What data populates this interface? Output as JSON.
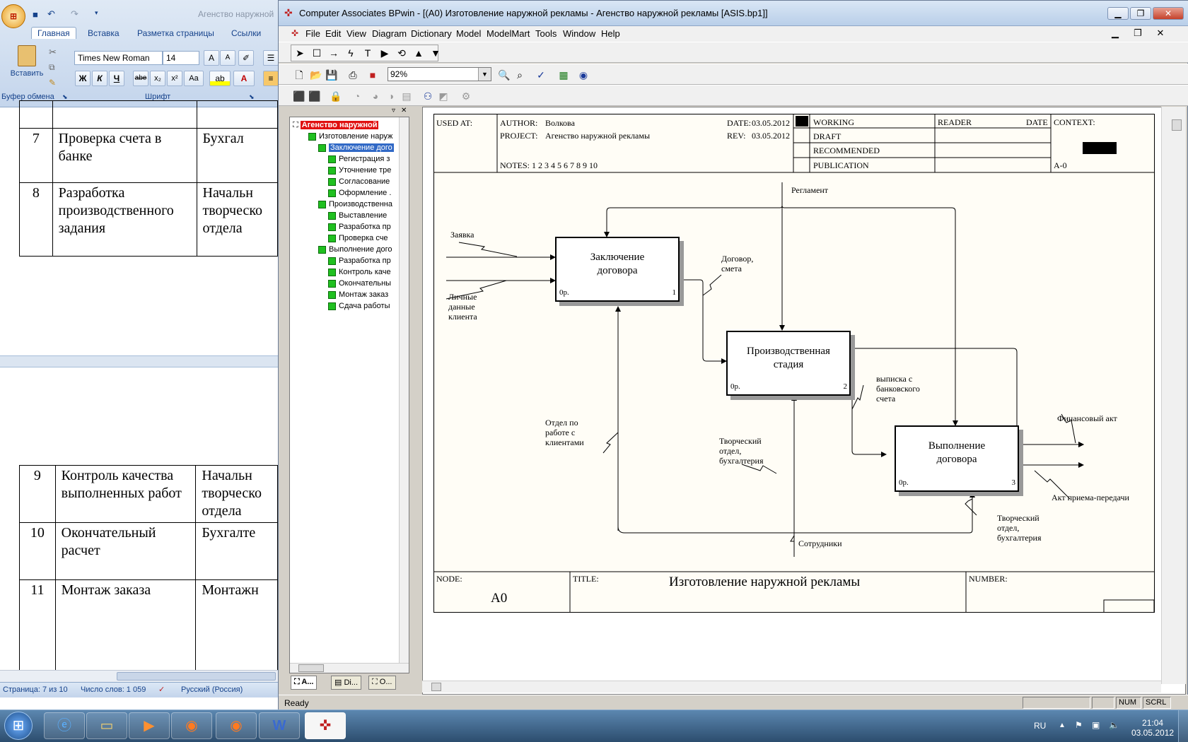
{
  "word": {
    "qat_title": "Агенство наружной",
    "tabs": [
      "Главная",
      "Вставка",
      "Разметка страницы",
      "Ссылки"
    ],
    "paste_label": "Вставить",
    "font_name": "Times New Roman",
    "font_size": "14",
    "groups": {
      "clipboard": "Буфер обмена",
      "font": "Шрифт"
    },
    "format_buttons": {
      "bold": "Ж",
      "italic": "К",
      "underline": "Ч",
      "strike": "abe",
      "sub": "x₂",
      "sup": "x²",
      "case": "Аа"
    },
    "table_rows": [
      {
        "num": "7",
        "name": "Проверка счета в банке",
        "resp": "Бухгал"
      },
      {
        "num": "8",
        "name": "Разработка производственного задания",
        "resp": "Начальн творческо отдела"
      },
      {
        "num": "9",
        "name": "Контроль качества выполненных работ",
        "resp": "Начальн творческо отдела"
      },
      {
        "num": "10",
        "name": "Окончательный расчет",
        "resp": "Бухгалте"
      },
      {
        "num": "11",
        "name": "Монтаж заказа",
        "resp": "Монтажн"
      }
    ],
    "status": {
      "page": "Страница: 7 из 10",
      "words": "Число слов: 1 059",
      "lang": "Русский (Россия)"
    }
  },
  "bpwin": {
    "title": "Computer Associates BPwin - [(A0) Изготовление  наружной рекламы - Агенство наружной рекламы  [ASIS.bp1]]",
    "menu": [
      "File",
      "Edit",
      "View",
      "Diagram",
      "Dictionary",
      "Model",
      "ModelMart",
      "Tools",
      "Window",
      "Help"
    ],
    "zoom": "92%",
    "status_text": "Ready",
    "status_indicators": [
      "NUM",
      "SCRL"
    ],
    "explorer_tabs": [
      "A...",
      "Di...",
      "O..."
    ],
    "tree": [
      {
        "label": "Агенство наружной",
        "level": 0,
        "style": "root"
      },
      {
        "label": "Изготовление  наруж",
        "level": 1,
        "style": "normal"
      },
      {
        "label": "Заключение  дого",
        "level": 2,
        "style": "selected"
      },
      {
        "label": "Регистрация  з",
        "level": 3,
        "style": "normal"
      },
      {
        "label": "Уточнение  тре",
        "level": 3,
        "style": "normal"
      },
      {
        "label": "Согласование",
        "level": 3,
        "style": "normal"
      },
      {
        "label": "Оформление  .",
        "level": 3,
        "style": "normal"
      },
      {
        "label": "Производственна",
        "level": 2,
        "style": "normal"
      },
      {
        "label": "Выставление",
        "level": 3,
        "style": "normal"
      },
      {
        "label": "Разработка  пр",
        "level": 3,
        "style": "normal"
      },
      {
        "label": "Проверка  сче",
        "level": 3,
        "style": "normal"
      },
      {
        "label": "Выполнение  дого",
        "level": 2,
        "style": "normal"
      },
      {
        "label": "Разработка  пр",
        "level": 3,
        "style": "normal"
      },
      {
        "label": "Контроль  каче",
        "level": 3,
        "style": "normal"
      },
      {
        "label": "Окончательны",
        "level": 3,
        "style": "normal"
      },
      {
        "label": "Монтаж  заказ",
        "level": 3,
        "style": "normal"
      },
      {
        "label": "Сдача  работы",
        "level": 3,
        "style": "normal"
      }
    ]
  },
  "diagram": {
    "header": {
      "used_at": "USED AT:",
      "author_label": "AUTHOR:",
      "author": "Волкова",
      "project_label": "PROJECT:",
      "project": "Агенство наружной рекламы",
      "date_label": "DATE:",
      "date": "03.05.2012",
      "rev_label": "REV:",
      "rev": "03.05.2012",
      "notes": "NOTES:  1  2  3  4  5  6  7  8  9  10",
      "statuses": [
        "WORKING",
        "DRAFT",
        "RECOMMENDED",
        "PUBLICATION"
      ],
      "reader": "READER",
      "reader_date": "DATE",
      "context": "CONTEXT:",
      "context_node": "A-0"
    },
    "boxes": [
      {
        "title": "Заключение договора",
        "cost": "0р.",
        "num": "1"
      },
      {
        "title": "Производственная стадия",
        "cost": "0р.",
        "num": "2"
      },
      {
        "title": "Выполнение договора",
        "cost": "0р.",
        "num": "3"
      }
    ],
    "arrows": {
      "reglament": "Регламент",
      "zayavka": "Заявка",
      "personal": "Личные данные клиента",
      "dogovor": "Договор, смета",
      "otdel": "Отдел по работе с клиентами",
      "tvorch1": "Творческий отдел, бухгалтерия",
      "vypiska": "выписка с банковского счета",
      "finakt": "Финансовый акт",
      "akt": "Акт приема-передачи",
      "tvorch2": "Творческий отдел, бухгалтерия",
      "sotrudniki": "Сотрудники"
    },
    "footer": {
      "node_label": "NODE:",
      "node": "A0",
      "title_label": "TITLE:",
      "title": "Изготовление  наружной рекламы",
      "number_label": "NUMBER:"
    }
  },
  "taskbar": {
    "lang": "RU",
    "time": "21:04",
    "date": "03.05.2012",
    "apps": [
      "start-orb",
      "ie",
      "explorer",
      "media-player",
      "firefox",
      "firefox-2",
      "word",
      "bpwin"
    ]
  }
}
